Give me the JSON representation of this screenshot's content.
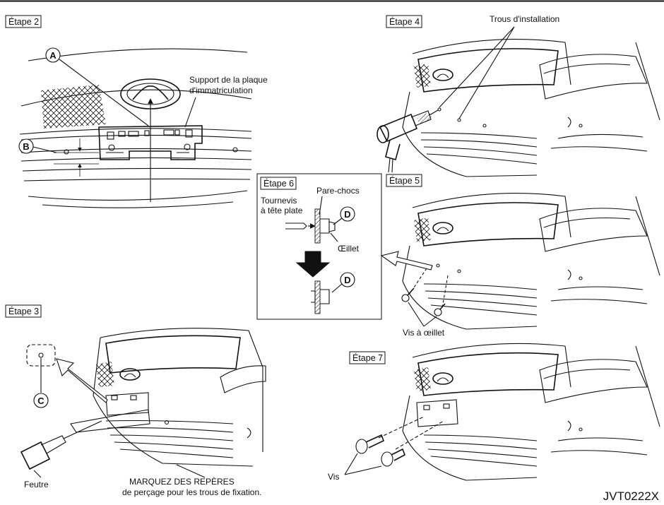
{
  "document_code": "JVT0222X",
  "steps": {
    "step2": {
      "title": "Étape 2",
      "callout_a": "A",
      "callout_b": "B",
      "support_label_line1": "Support de la plaque",
      "support_label_line2": "d'immatriculation"
    },
    "step3": {
      "title": "Étape 3",
      "callout_c": "C",
      "felt_label": "Feutre",
      "mark_label_line1": "MARQUEZ DES REPÈRES",
      "mark_label_line2": "de perçage pour les trous de fixation."
    },
    "step4": {
      "title": "Étape 4",
      "holes_label": "Trous d'installation"
    },
    "step5": {
      "title": "Étape 5",
      "screws_label": "Vis à œillet"
    },
    "step6": {
      "title": "Étape 6",
      "bumper_label": "Pare-chocs",
      "screwdriver_line1": "Tournevis",
      "screwdriver_line2": "à tête plate",
      "callout_d": "D",
      "eyelet_label": "Œillet"
    },
    "step7": {
      "title": "Étape 7",
      "screws_label": "Vis"
    }
  }
}
